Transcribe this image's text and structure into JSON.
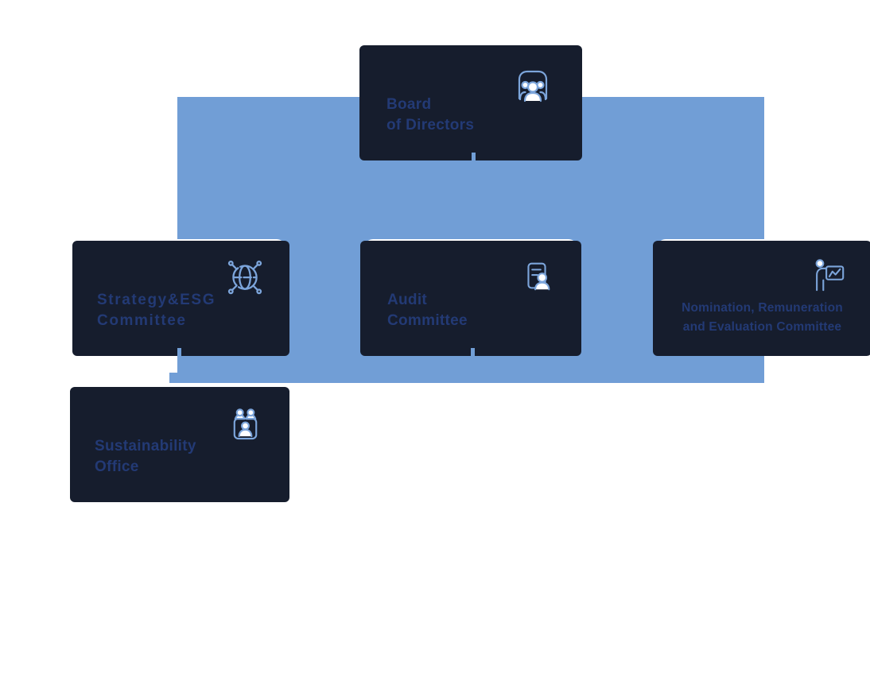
{
  "diagram": {
    "type": "org-chart",
    "nodes": {
      "board": {
        "line1": "Board",
        "line2": "of Directors",
        "icon": "people-meeting-icon"
      },
      "strategy": {
        "line1": "Strategy&ESG",
        "line2": "Committee",
        "icon": "globe-network-icon"
      },
      "audit": {
        "line1": "Audit",
        "line2": "Committee",
        "icon": "document-person-icon"
      },
      "nomination": {
        "line1": "Nomination, Remuneration",
        "line2": "and Evaluation Committee",
        "icon": "presenter-chart-icon"
      },
      "sustainability": {
        "line1": "Sustainability",
        "line2": "Office",
        "icon": "meeting-table-icon"
      }
    },
    "edges": [
      {
        "from": "board",
        "to": "strategy"
      },
      {
        "from": "board",
        "to": "audit"
      },
      {
        "from": "board",
        "to": "nomination"
      },
      {
        "from": "strategy",
        "to": "sustainability"
      }
    ],
    "colors": {
      "connector_blue": "#719ED6",
      "shadow_navy": "#161D2D",
      "text_navy": "#233A75",
      "icon_blue": "#7CA5DB",
      "card_background": "#FFFFFF"
    }
  }
}
